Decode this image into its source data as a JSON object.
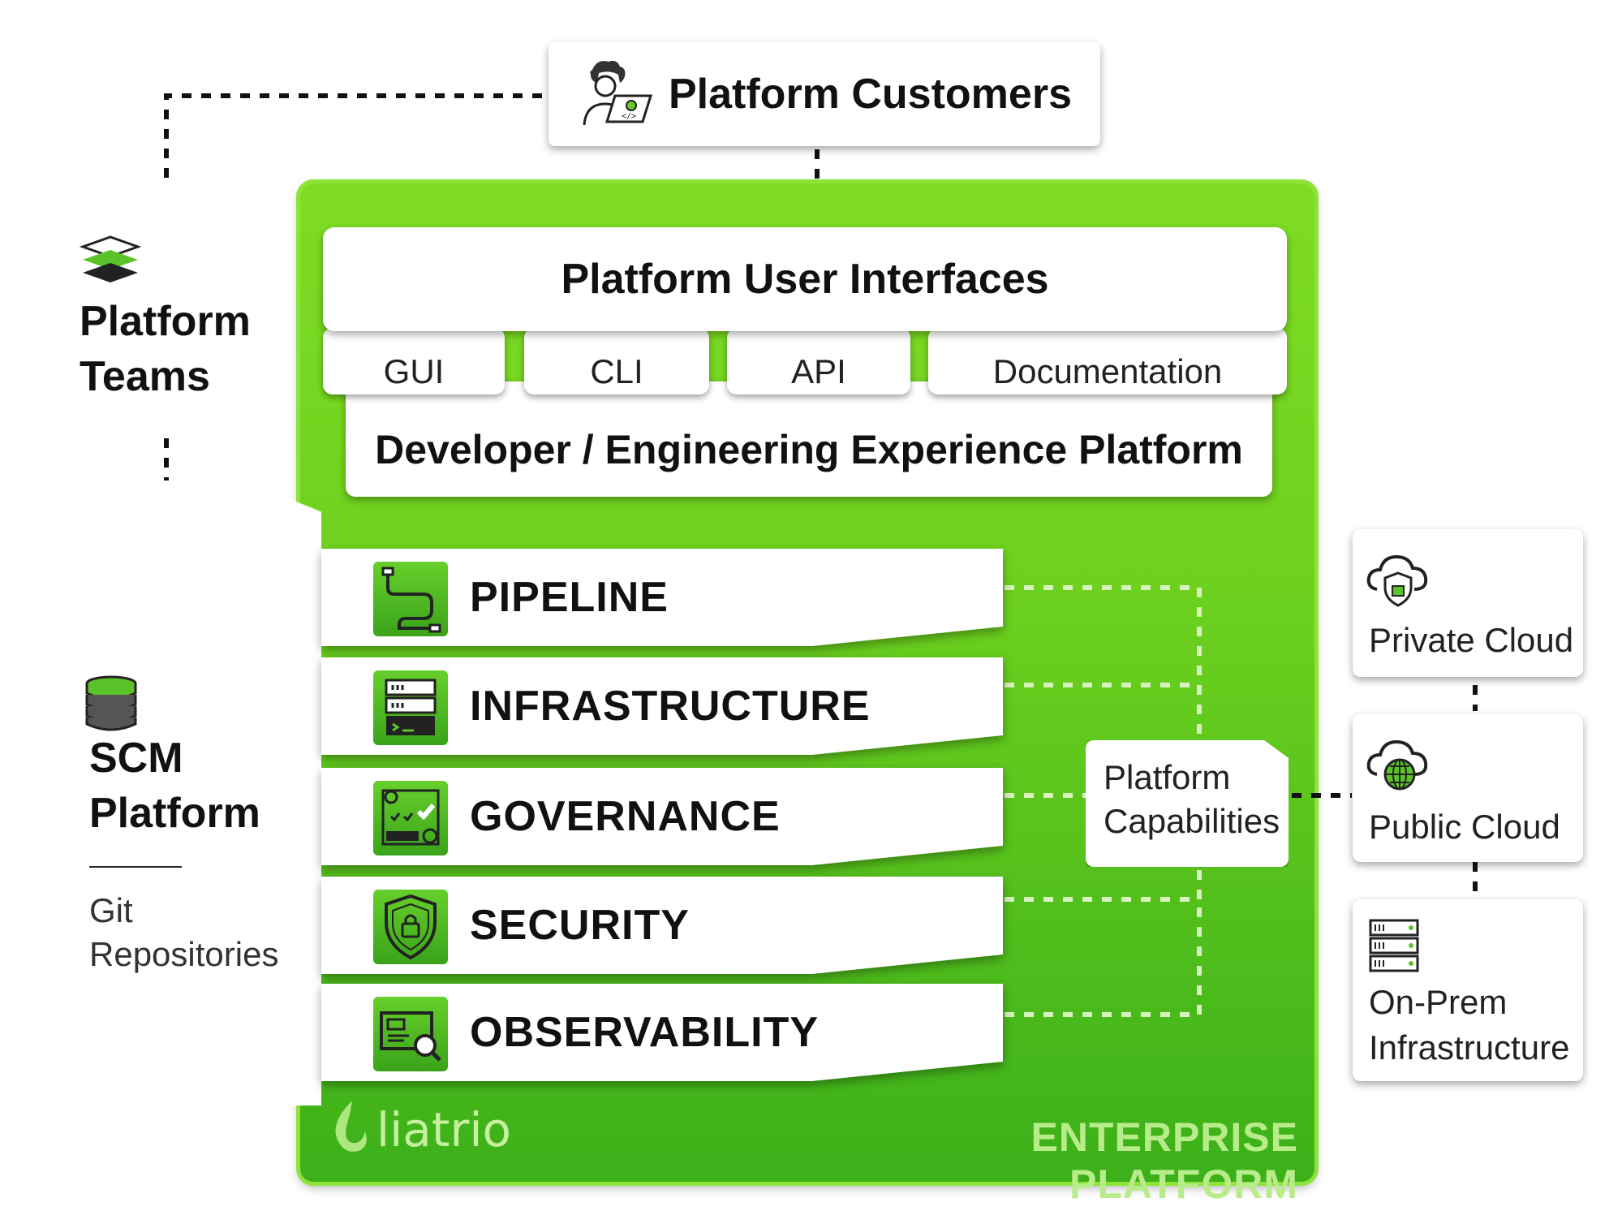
{
  "customers": {
    "title": "Platform Customers",
    "icon": "developer-laptop-icon"
  },
  "teams": {
    "line1": "Platform",
    "line2": "Teams",
    "icon": "layers-stack-icon"
  },
  "scm": {
    "line1": "SCM",
    "line2": "Platform",
    "sub1": "Git",
    "sub2": "Repositories",
    "icon": "database-icon"
  },
  "ui": {
    "title": "Platform User Interfaces",
    "tabs": [
      "GUI",
      "CLI",
      "API",
      "Documentation"
    ],
    "dev_platform": "Developer / Engineering Experience Platform"
  },
  "capabilities": [
    {
      "label": "PIPELINE",
      "icon": "pipeline-icon"
    },
    {
      "label": "INFRASTRUCTURE",
      "icon": "servers-icon"
    },
    {
      "label": "GOVERNANCE",
      "icon": "governance-checklist-icon"
    },
    {
      "label": "SECURITY",
      "icon": "shield-lock-icon"
    },
    {
      "label": "OBSERVABILITY",
      "icon": "monitor-magnifier-icon"
    }
  ],
  "platform_capabilities": {
    "line1": "Platform",
    "line2": "Capabilities"
  },
  "targets": [
    {
      "line1": "Private Cloud",
      "icon": "private-cloud-icon"
    },
    {
      "line1": "Public Cloud",
      "icon": "public-cloud-globe-icon"
    },
    {
      "line1": "On-Prem",
      "line2": "Infrastructure",
      "icon": "server-rack-icon"
    }
  ],
  "brand": {
    "logo_text": "liatrio",
    "watermark": "ENTERPRISE PLATFORM"
  },
  "colors": {
    "green_light": "#7fdc24",
    "green_dark": "#3cb01a",
    "connector_dark": "#111111",
    "connector_light": "#d8f2bf"
  }
}
